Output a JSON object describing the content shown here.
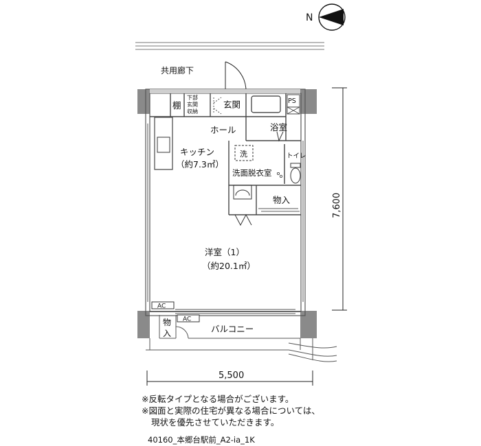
{
  "compass": {
    "north_label": "N"
  },
  "rooms": {
    "corridor": "共用廊下",
    "shelf": "棚",
    "entrance_storage": [
      "下部",
      "玄関",
      "収納"
    ],
    "entrance": "玄関",
    "ps": "PS",
    "bath": "浴室",
    "hall": "ホール",
    "kitchen": "キッチン",
    "kitchen_area": "（約7.3㎡）",
    "washer": "洗",
    "toilet": "トイレ",
    "washroom": "洗面脱衣室",
    "closet": "物入",
    "western_room": "洋室（1）",
    "western_area": "（約20.1㎡）",
    "ac_inner": "AC",
    "ac_outer": "AC",
    "balcony_storage": [
      "物",
      "入"
    ],
    "balcony": "バルコニー"
  },
  "dimensions": {
    "width": "5,500",
    "depth": "7,600"
  },
  "notes": [
    "※反転タイプとなる場合がございます。",
    "※図面と実際の住宅が異なる場合については、",
    "現状を優先させていただきます。"
  ],
  "plan_code": "40160_本郷台駅前_A2-ia_1K"
}
